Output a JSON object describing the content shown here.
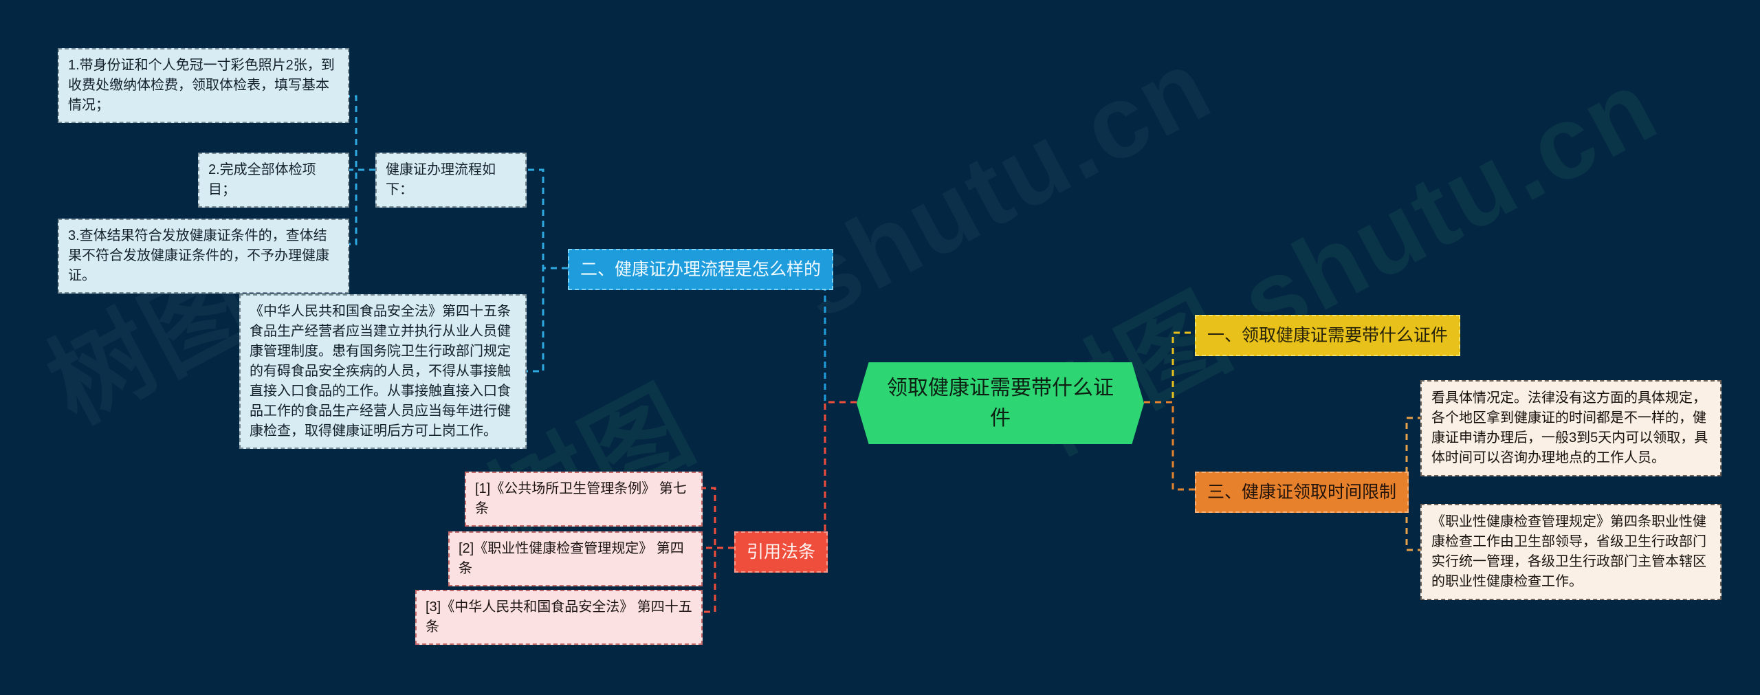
{
  "canvas": {
    "background_color": "#032742",
    "watermark_text": "树图 shutu.cn"
  },
  "central_node": {
    "label": "领取健康证需要带什么证件",
    "color": "#2ed573"
  },
  "branches": [
    {
      "id": "branch-1",
      "label": "一、领取健康证需要带什么证件",
      "color": "#e8c11a"
    },
    {
      "id": "branch-2",
      "label": "二、健康证办理流程是怎么样的",
      "color": "#1e9cdc"
    },
    {
      "id": "branch-3",
      "label": "三、健康证领取时间限制",
      "color": "#e8812b"
    },
    {
      "id": "branch-4",
      "label": "引用法条",
      "color": "#ef4e3c"
    }
  ],
  "leaves": {
    "flow_header": "健康证办理流程如下：",
    "flow_steps": [
      "1.带身份证和个人免冠一寸彩色照片2张，到收费处缴纳体检费，领取体检表，填写基本情况；",
      "2.完成全部体检项目；",
      "3.查体结果符合发放健康证条件的，查体结果不符合发放健康证条件的，不予办理健康证。"
    ],
    "food_safety_law": "《中华人民共和国食品安全法》第四十五条食品生产经营者应当建立并执行从业人员健康管理制度。患有国务院卫生行政部门规定的有碍食品安全疾病的人员，不得从事接触直接入口食品的工作。从事接触直接入口食品工作的食品生产经营人员应当每年进行健康检查，取得健康证明后方可上岗工作。",
    "time_limit_note": "看具体情况定。法律没有这方面的具体规定，各个地区拿到健康证的时间都是不一样的，健康证申请办理后，一般3到5天内可以领取，具体时间可以咨询办理地点的工作人员。",
    "occupational_rule": "《职业性健康检查管理规定》第四条职业性健康检查工作由卫生部领导，省级卫生行政部门实行统一管理，各级卫生行政部门主管本辖区的职业性健康检查工作。",
    "citations": [
      "[1]《公共场所卫生管理条例》 第七条",
      "[2]《职业性健康检查管理规定》 第四条",
      "[3]《中华人民共和国食品安全法》 第四十五条"
    ]
  }
}
